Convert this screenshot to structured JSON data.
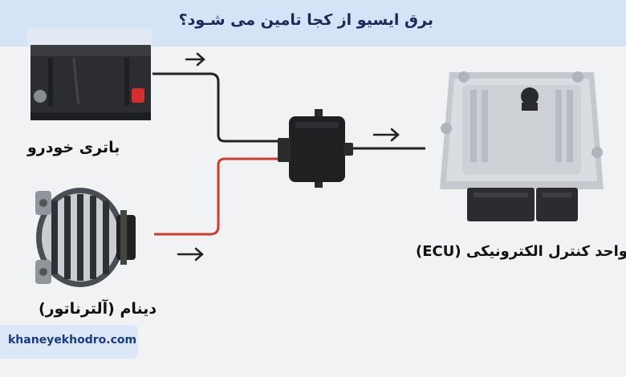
{
  "header": {
    "title": "برق ایسیو از کجا تامین می شـود؟"
  },
  "labels": {
    "battery": "باتری خودرو",
    "alternator": "دینام (آلترناتور)",
    "ecu": "واحد کنترل الکترونیکی (ECU)"
  },
  "watermark": {
    "site": "khaneyekhodro.com"
  },
  "colors": {
    "title_bg": "#d4e3f5",
    "title_text": "#1c2a5a",
    "wire_black": "#222222",
    "wire_red": "#d23a2e",
    "site_text": "#1b3a8a"
  },
  "icons": [
    "arrow-right-icon",
    "battery-icon",
    "alternator-icon",
    "junction-box-icon",
    "ecu-icon"
  ]
}
